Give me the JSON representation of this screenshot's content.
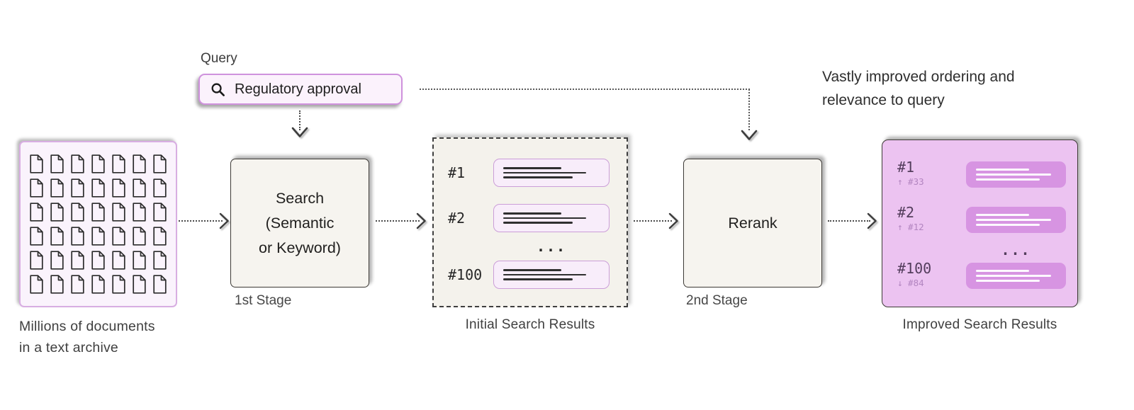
{
  "canvas": {
    "bg": "#ffffff"
  },
  "archive": {
    "caption_line1": "Millions of documents",
    "caption_line2": "in a text archive",
    "doc_rows": 6,
    "doc_cols": 7
  },
  "query": {
    "label": "Query",
    "icon": "search-icon",
    "text": "Regulatory approval"
  },
  "stage1": {
    "line1": "Search",
    "line2": "(Semantic",
    "line3": "or Keyword)",
    "label": "1st Stage"
  },
  "initial_results": {
    "caption": "Initial Search Results",
    "ellipsis": "...",
    "items": [
      {
        "rank": "#1"
      },
      {
        "rank": "#2"
      },
      {
        "rank": "#100"
      }
    ]
  },
  "stage2": {
    "title": "Rerank",
    "label": "2nd Stage"
  },
  "improved_results": {
    "caption": "Improved Search Results",
    "ellipsis": "...",
    "items": [
      {
        "rank": "#1",
        "change": "↑ #33"
      },
      {
        "rank": "#2",
        "change": "↑ #12"
      },
      {
        "rank": "#100",
        "change": "↓ #84"
      }
    ]
  },
  "outcome": {
    "line1": "Vastly improved ordering and",
    "line2": "relevance to query"
  },
  "colors": {
    "accent_purple_border": "#cf92dd",
    "light_pink_fill": "#fbf2fc",
    "improved_fill": "#ecc3f1",
    "improved_card": "#d794e2",
    "box_fill": "#f6f4ef",
    "ink": "#2b2b2b"
  }
}
